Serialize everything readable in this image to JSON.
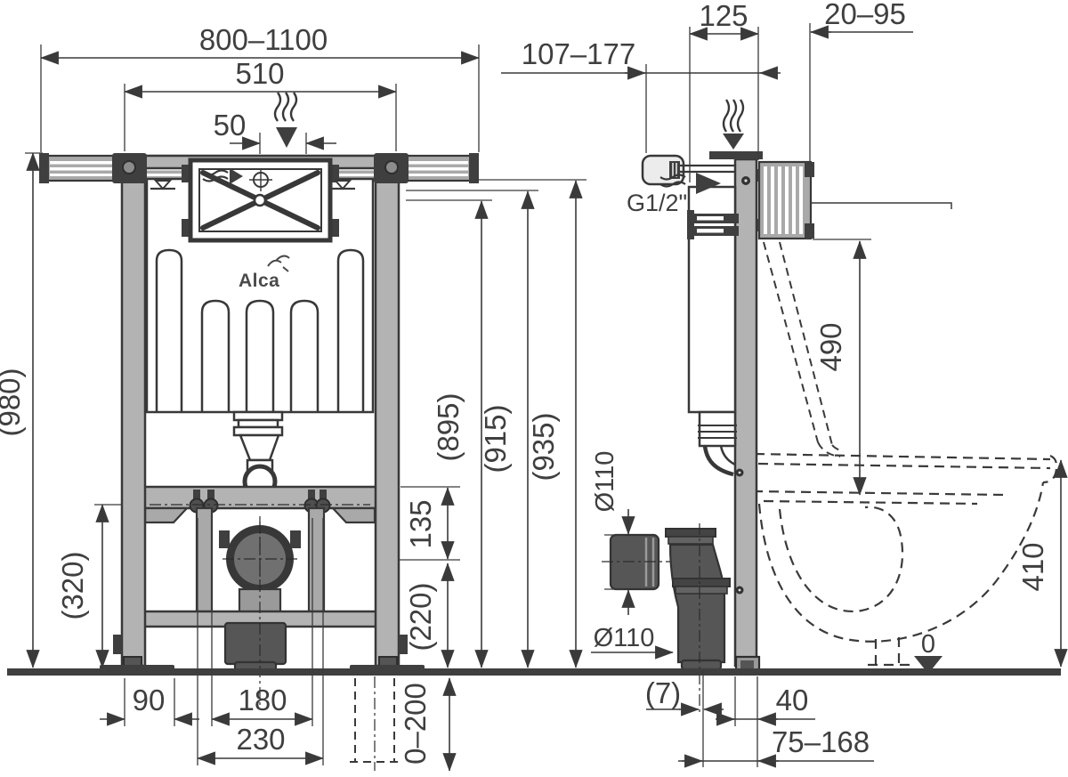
{
  "logo": {
    "brand": "Alca"
  },
  "front": {
    "rail_width": "800–1100",
    "frame_width": "510",
    "plate_offset": "50",
    "frame_height": "(980)",
    "bolt_height": "(320)",
    "bar_to_outlet": "135",
    "outlet_height": "(220)",
    "height_a": "(895)",
    "height_b": "(915)",
    "height_c": "(935)",
    "foot_plate": "90",
    "bolt_spacing_a": "180",
    "bolt_spacing_b": "230",
    "leg_range": "0–200"
  },
  "side": {
    "frame_depth": "125",
    "wall_gap": "20–95",
    "actuator_range": "107–177",
    "supply_thread": "G1/2\"",
    "flush_height": "490",
    "outlet_dia_wall": "Ø110",
    "outlet_dia_floor": "Ø110",
    "seat_height": "410",
    "floor_level": "0",
    "gap_seven": "(7)",
    "profile_depth": "40",
    "outlet_range": "75–168"
  }
}
